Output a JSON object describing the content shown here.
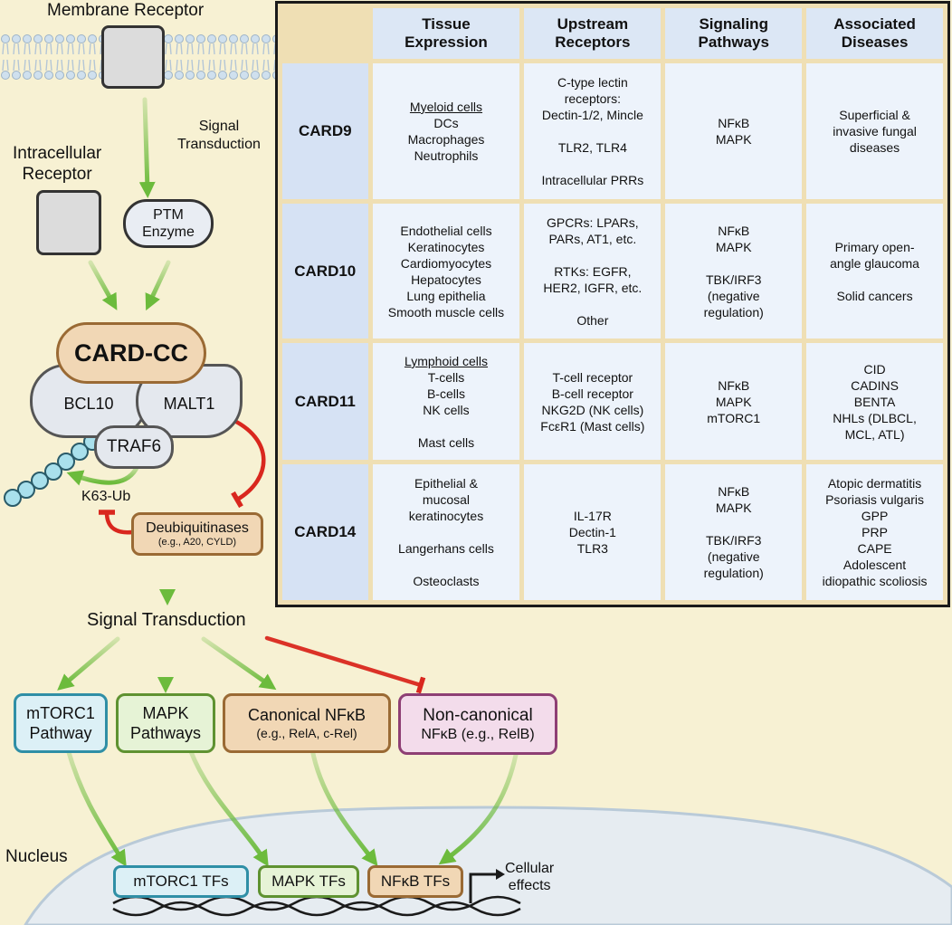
{
  "membrane_receptor": "Membrane Receptor",
  "signal_transduction_top": [
    "Signal",
    "Transduction"
  ],
  "intracellular_receptor": [
    "Intracellular",
    "Receptor"
  ],
  "ptm_enzyme": [
    "PTM",
    "Enzyme"
  ],
  "card_cc": "CARD-CC",
  "bcl10": "BCL10",
  "malt1": "MALT1",
  "traf6": "TRAF6",
  "k63_ub": "K63-Ub",
  "deubiquitinases": {
    "title": "Deubiquitinases",
    "subtitle": "(e.g., A20, CYLD)"
  },
  "signal_transduction_mid": "Signal Transduction",
  "pathways": [
    {
      "key": "mtorc1",
      "line1": "mTORC1",
      "line2": "Pathway",
      "fill": "#dcf0f6",
      "border": "#2f8fa6"
    },
    {
      "key": "mapk",
      "line1": "MAPK",
      "line2": "Pathways",
      "fill": "#e6f3d6",
      "border": "#5f9231"
    },
    {
      "key": "canonical",
      "line1": "Canonical NFκB",
      "line2": "(e.g., RelA, c-Rel)",
      "fill": "#f1d7b5",
      "border": "#9a6a34"
    },
    {
      "key": "noncanonical",
      "line1": "Non-canonical",
      "line2": "NFκB (e.g., RelB)",
      "fill": "#f3dceb",
      "border": "#8e3f74"
    }
  ],
  "nucleus": "Nucleus",
  "tfs": [
    {
      "label": "mTORC1 TFs",
      "fill": "#dcf0f6",
      "border": "#2f8fa6"
    },
    {
      "label": "MAPK TFs",
      "fill": "#e6f3d6",
      "border": "#5f9231"
    },
    {
      "label": "NFκB TFs",
      "fill": "#f1d7b5",
      "border": "#9a6a34"
    }
  ],
  "cellular_effects": [
    "Cellular",
    "effects"
  ],
  "colors": {
    "activate": "#6cbb3c",
    "inhibit": "#d9271e",
    "background": "#f7f1d3"
  },
  "table": {
    "headers": [
      [
        "Tissue",
        "Expression"
      ],
      [
        "Upstream",
        "Receptors"
      ],
      [
        "Signaling",
        "Pathways"
      ],
      [
        "Associated",
        "Diseases"
      ]
    ],
    "rows": [
      {
        "name": "CARD9",
        "cells": [
          [
            {
              "t": "Myeloid cells",
              "u": true
            },
            {
              "t": "DCs"
            },
            {
              "t": "Macrophages"
            },
            {
              "t": "Neutrophils"
            }
          ],
          [
            {
              "t": "C-type lectin"
            },
            {
              "t": "receptors:"
            },
            {
              "t": "Dectin-1/2, Mincle"
            },
            {
              "t": ""
            },
            {
              "t": "TLR2, TLR4"
            },
            {
              "t": ""
            },
            {
              "t": "Intracellular PRRs"
            }
          ],
          [
            {
              "t": "NFκB"
            },
            {
              "t": "MAPK"
            }
          ],
          [
            {
              "t": "Superficial &"
            },
            {
              "t": "invasive fungal"
            },
            {
              "t": "diseases"
            }
          ]
        ]
      },
      {
        "name": "CARD10",
        "cells": [
          [
            {
              "t": "Endothelial cells"
            },
            {
              "t": "Keratinocytes"
            },
            {
              "t": "Cardiomyocytes"
            },
            {
              "t": "Hepatocytes"
            },
            {
              "t": "Lung epithelia"
            },
            {
              "t": "Smooth muscle cells"
            }
          ],
          [
            {
              "t": "GPCRs: LPARs,"
            },
            {
              "t": "PARs, AT1, etc."
            },
            {
              "t": ""
            },
            {
              "t": "RTKs: EGFR,"
            },
            {
              "t": "HER2, IGFR, etc."
            },
            {
              "t": ""
            },
            {
              "t": "Other"
            }
          ],
          [
            {
              "t": "NFκB"
            },
            {
              "t": "MAPK"
            },
            {
              "t": ""
            },
            {
              "t": "TBK/IRF3"
            },
            {
              "t": "(negative"
            },
            {
              "t": "regulation)"
            }
          ],
          [
            {
              "t": "Primary open-"
            },
            {
              "t": "angle glaucoma"
            },
            {
              "t": ""
            },
            {
              "t": "Solid cancers"
            }
          ]
        ]
      },
      {
        "name": "CARD11",
        "cells": [
          [
            {
              "t": "Lymphoid cells",
              "u": true
            },
            {
              "t": "T-cells"
            },
            {
              "t": "B-cells"
            },
            {
              "t": "NK cells"
            },
            {
              "t": ""
            },
            {
              "t": "Mast cells"
            }
          ],
          [
            {
              "t": "T-cell receptor"
            },
            {
              "t": "B-cell receptor"
            },
            {
              "t": "NKG2D (NK cells)"
            },
            {
              "t": "FcεR1 (Mast cells)"
            }
          ],
          [
            {
              "t": "NFκB"
            },
            {
              "t": "MAPK"
            },
            {
              "t": "mTORC1"
            }
          ],
          [
            {
              "t": "CID"
            },
            {
              "t": "CADINS"
            },
            {
              "t": "BENTA"
            },
            {
              "t": "NHLs (DLBCL,"
            },
            {
              "t": "MCL, ATL)"
            }
          ]
        ]
      },
      {
        "name": "CARD14",
        "cells": [
          [
            {
              "t": "Epithelial  &"
            },
            {
              "t": "mucosal"
            },
            {
              "t": "keratinocytes"
            },
            {
              "t": ""
            },
            {
              "t": "Langerhans cells"
            },
            {
              "t": ""
            },
            {
              "t": "Osteoclasts"
            }
          ],
          [
            {
              "t": "IL-17R"
            },
            {
              "t": "Dectin-1"
            },
            {
              "t": "TLR3"
            }
          ],
          [
            {
              "t": "NFκB"
            },
            {
              "t": "MAPK"
            },
            {
              "t": ""
            },
            {
              "t": "TBK/IRF3"
            },
            {
              "t": "(negative"
            },
            {
              "t": "regulation)"
            }
          ],
          [
            {
              "t": "Atopic dermatitis"
            },
            {
              "t": "Psoriasis vulgaris"
            },
            {
              "t": "GPP"
            },
            {
              "t": "PRP"
            },
            {
              "t": "CAPE"
            },
            {
              "t": "Adolescent"
            },
            {
              "t": "idiopathic scoliosis"
            }
          ]
        ]
      }
    ]
  }
}
